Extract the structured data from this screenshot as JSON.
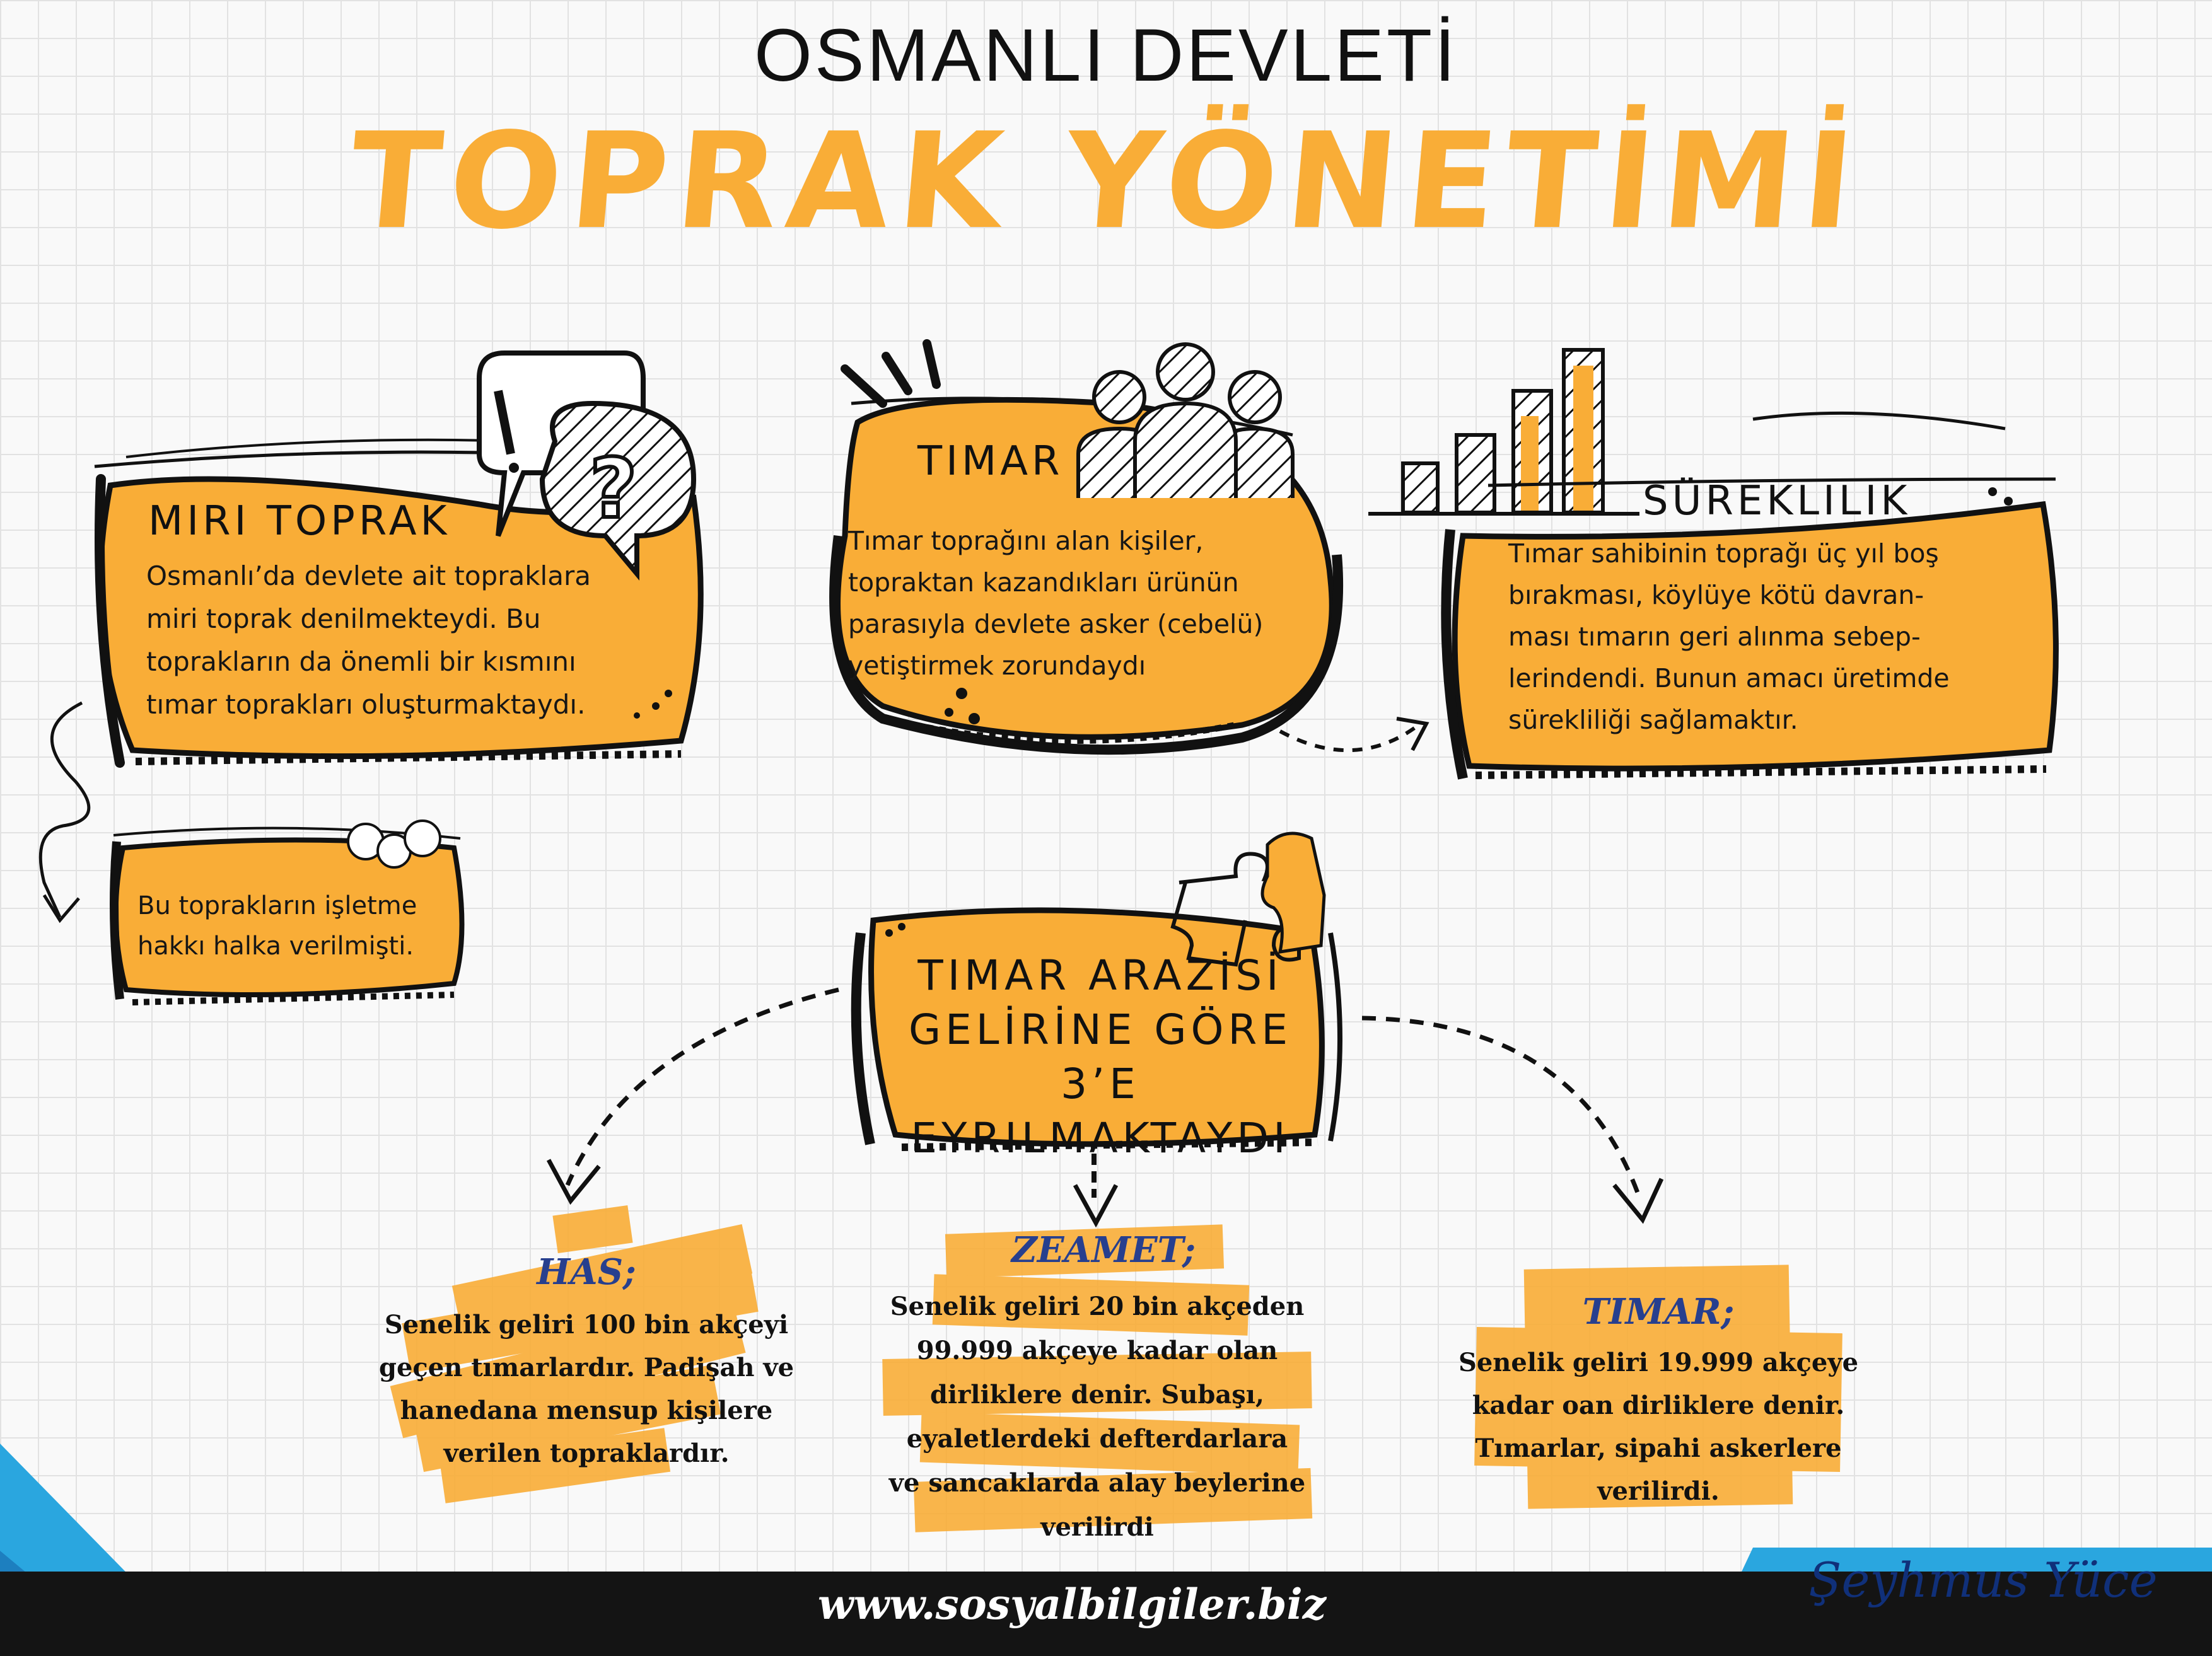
{
  "header": {
    "title_top": "OSMANLI DEVLETİ",
    "title_main": "TOPRAK YÖNETİMİ"
  },
  "miri": {
    "title": "MIRI TOPRAK",
    "lines": [
      "Osmanlı’da devlete ait topraklara",
      "miri toprak denilmekteydi. Bu",
      "toprakların da önemli bir kısmını",
      "tımar toprakları oluşturmaktaydı."
    ]
  },
  "halk": {
    "lines": [
      "Bu toprakların işletme",
      "hakkı halka verilmişti."
    ]
  },
  "timar_box": {
    "title": "TIMAR",
    "lines": [
      "Tımar toprağını alan kişiler,",
      "topraktan kazandıkları ürünün",
      "parasıyla devlete asker (cebelü)",
      " yetiştirmek zorundaydı"
    ]
  },
  "sureklilik": {
    "title": "SÜREKLILIK",
    "lines": [
      "Tımar sahibinin toprağı üç yıl boş",
      "bırakması, köylüye kötü davran-",
      "ması tımarın geri alınma sebep-",
      "lerindendi. Bunun amacı üretimde",
      "sürekliliği sağlamaktır."
    ]
  },
  "arazi": {
    "lines": [
      "TIMAR ARAZİSİ",
      "GELİRİNE GÖRE",
      "3’E EYRILMAKTAYDI"
    ]
  },
  "has": {
    "title": "HAS;",
    "lines": [
      "Senelik geliri 100 bin akçeyi",
      "geçen tımarlardır. Padişah ve",
      "hanedana mensup kişilere",
      "verilen topraklardır."
    ]
  },
  "zeamet": {
    "title": "ZEAMET;",
    "lines": [
      "Senelik geliri 20 bin akçeden",
      "99.999 akçeye kadar olan",
      "dirliklere denir. Subaşı,",
      "eyaletlerdeki defterdarlara",
      "ve sancaklarda alay beylerine",
      "verilirdi"
    ]
  },
  "timar_type": {
    "title": "TIMAR;",
    "lines": [
      "Senelik geliri 19.999 akçeye",
      "kadar oan dirliklere denir.",
      "Tımarlar, sipahi askerlere",
      "verilirdi."
    ]
  },
  "footer": {
    "site": "www.sosyalbilgiler.biz",
    "author": "Şeyhmus Yüce"
  },
  "colors": {
    "accent": "#f9ad37",
    "ink": "#161616",
    "blue": "#273f8e",
    "footer_dark": "#141414",
    "footer_blue": "#2aa6df"
  }
}
